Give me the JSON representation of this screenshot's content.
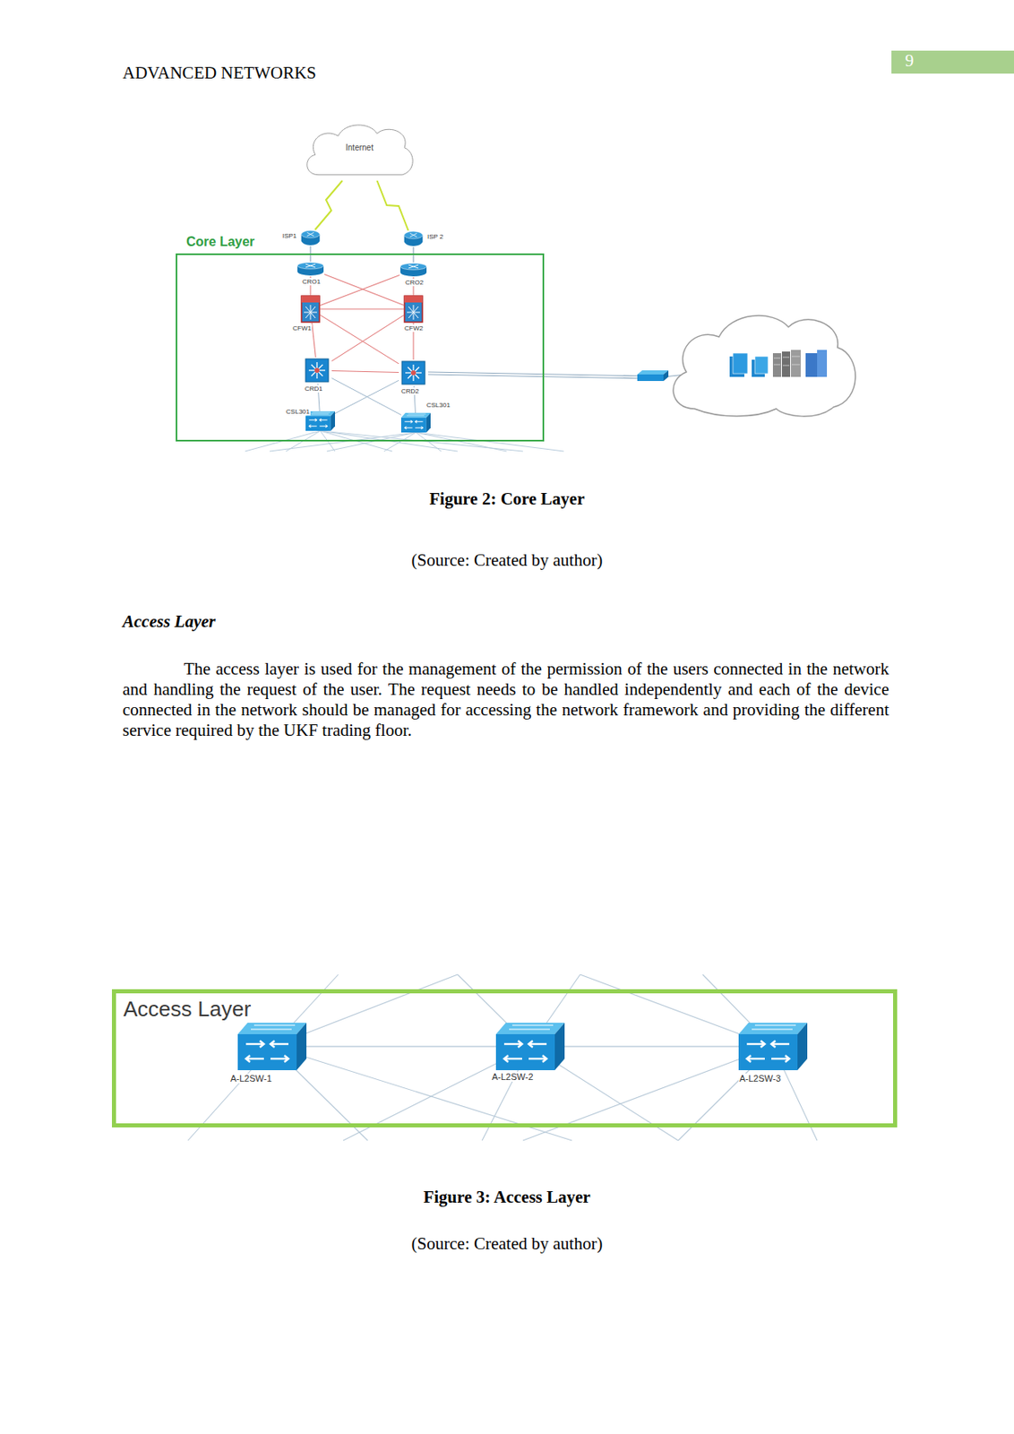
{
  "diagram": {
    "nodes": [
      {
        "text": [
          "Internet"
        ]
      },
      {
        "text": [
          "ISP1"
        ]
      },
      {
        "text": [
          "ISP 2"
        ]
      },
      {
        "text": [
          "Core Layer"
        ]
      },
      {
        "text": [
          "CRO1"
        ],
        "in": 3
      },
      {
        "text": [
          "CRO2"
        ],
        "in": 3
      },
      {
        "text": [
          "CFW1"
        ],
        "in": 3
      },
      {
        "text": [
          "CFW2"
        ],
        "in": 3
      },
      {
        "text": [
          "CRD1"
        ],
        "in": 3
      },
      {
        "text": [
          "CRD2"
        ],
        "in": 3
      },
      {
        "text": [
          "CSL301"
        ],
        "in": 3
      },
      {
        "text": [
          "CSL301"
        ],
        "in": 3
      },
      {
        "text": [
          "Access Layer"
        ]
      },
      {
        "text": [
          "A-L2SW-1"
        ],
        "in": 12
      },
      {
        "text": [
          "A-L2SW-2"
        ],
        "in": 12
      },
      {
        "text": [
          "A-L2SW-3"
        ],
        "in": 12
      }
    ],
    "edges": [
      {
        "from": 0,
        "to": 1,
        "arrow": "none"
      },
      {
        "from": 0,
        "to": 2,
        "arrow": "none"
      },
      {
        "from": 1,
        "to": 4,
        "arrow": "none"
      },
      {
        "from": 2,
        "to": 5,
        "arrow": "none"
      },
      {
        "from": 4,
        "to": 6,
        "arrow": "none"
      },
      {
        "from": 4,
        "to": 7,
        "arrow": "none"
      },
      {
        "from": 5,
        "to": 6,
        "arrow": "none"
      },
      {
        "from": 5,
        "to": 7,
        "arrow": "none"
      },
      {
        "from": 6,
        "to": 7,
        "arrow": "none"
      },
      {
        "from": 6,
        "to": 8,
        "arrow": "none"
      },
      {
        "from": 6,
        "to": 9,
        "arrow": "none"
      },
      {
        "from": 7,
        "to": 8,
        "arrow": "none"
      },
      {
        "from": 7,
        "to": 9,
        "arrow": "none"
      },
      {
        "from": 8,
        "to": 9,
        "arrow": "none"
      },
      {
        "from": 8,
        "to": 10,
        "arrow": "none"
      },
      {
        "from": 8,
        "to": 11,
        "arrow": "none"
      },
      {
        "from": 9,
        "to": 10,
        "arrow": "none"
      },
      {
        "from": 9,
        "to": 11,
        "arrow": "none"
      },
      {
        "from": 13,
        "to": 14,
        "arrow": "none"
      },
      {
        "from": 14,
        "to": 15,
        "arrow": "none"
      }
    ],
    "labels": [
      "ADVANCED NETWORKS",
      "9",
      "Figure 2: Core Layer",
      "(Source: Created by author)",
      "Access Layer",
      "The access layer is used for the management of the permission of the users connected in the network and handling the request of the user. The request needs to be handled independently and each of the device connected in the network should be managed for accessing the network framework and providing the different service required by the UKF trading floor.",
      "Figure 3: Access Layer",
      "(Source: Created by author)"
    ]
  }
}
